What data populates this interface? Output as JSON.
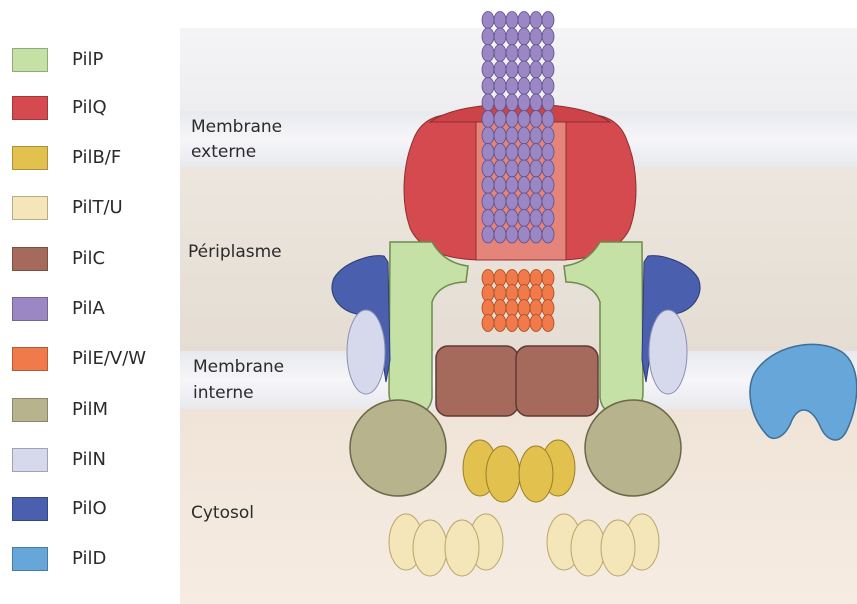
{
  "legend": [
    {
      "label": "PilP",
      "color": "#c5e1a5"
    },
    {
      "label": "PilQ",
      "color": "#d44a4f"
    },
    {
      "label": "PilB/F",
      "color": "#e3c14e"
    },
    {
      "label": "PilT/U",
      "color": "#f4e6b8"
    },
    {
      "label": "PilC",
      "color": "#a66a5d"
    },
    {
      "label": "PilA",
      "color": "#9b87c4"
    },
    {
      "label": "PilE/V/W",
      "color": "#f07a4a"
    },
    {
      "label": "PilM",
      "color": "#b7b38d"
    },
    {
      "label": "PilN",
      "color": "#d6d8ec"
    },
    {
      "label": "PilO",
      "color": "#4a5fae"
    },
    {
      "label": "PilD",
      "color": "#66a6d9"
    }
  ],
  "regions": {
    "outer_membrane": [
      "Membrane",
      "externe"
    ],
    "periplasm": "Périplasme",
    "inner_membrane": [
      "Membrane",
      "interne"
    ],
    "cytosol": "Cytosol"
  }
}
